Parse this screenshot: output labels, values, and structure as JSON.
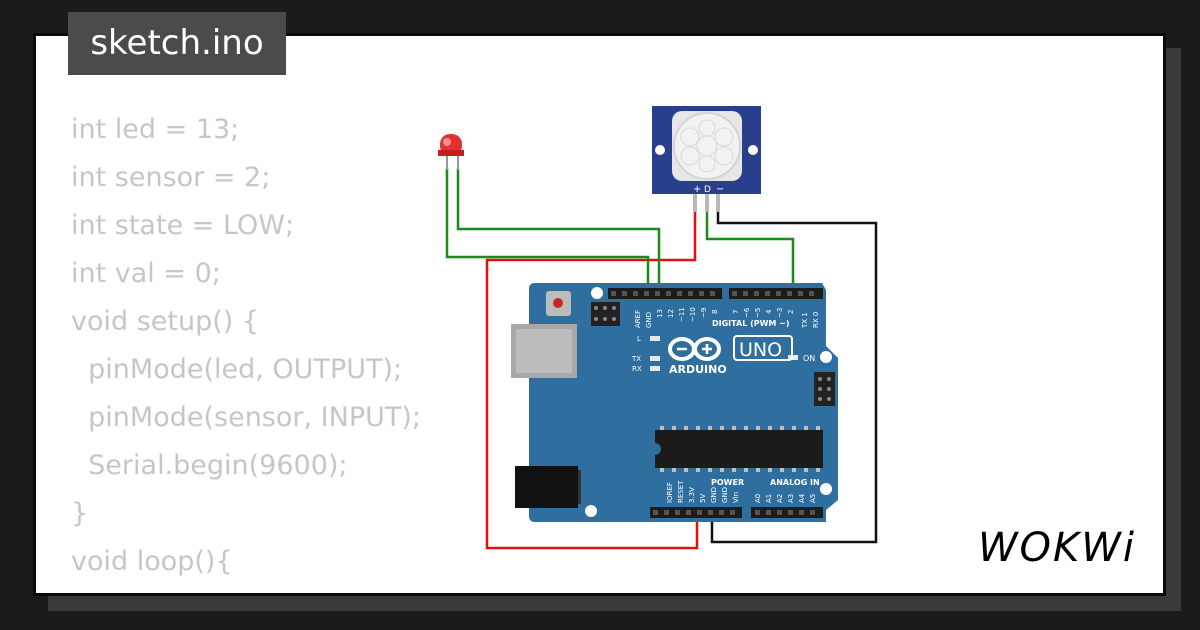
{
  "title": "sketch.ino",
  "code_lines": [
    "int led = 13;",
    "int sensor = 2;",
    "int state = LOW;",
    "int val = 0;",
    "void setup() {",
    "  pinMode(led, OUTPUT);",
    "  pinMode(sensor, INPUT);",
    "  Serial.begin(9600);",
    "}",
    "void loop(){"
  ],
  "board": {
    "brand": "ARDUINO",
    "model": "UNO",
    "on_label": "ON",
    "l_label": "L",
    "tx_label": "TX",
    "rx_label": "RX",
    "digital_label": "DIGITAL (PWM ~)",
    "power_label": "POWER",
    "analog_label": "ANALOG IN",
    "top_pins": [
      "AREF",
      "GND",
      "13",
      "12",
      "~11",
      "~10",
      "~9",
      "8",
      "7",
      "~6",
      "~5",
      "4",
      "~3",
      "2",
      "TX 1",
      "RX 0"
    ],
    "power_pins": [
      "IOREF",
      "RESET",
      "3.3V",
      "5V",
      "GND",
      "GND",
      "Vin"
    ],
    "analog_pins": [
      "A0",
      "A1",
      "A2",
      "A3",
      "A4",
      "A5"
    ]
  },
  "pir": {
    "pins": [
      "+",
      "D",
      "−"
    ]
  },
  "logo": "WOKWi",
  "colors": {
    "background": "#1b1b1b",
    "card": "#ffffff",
    "tab": "#4b4b4b",
    "code": "#c6c6c6",
    "board": "#2f6f9f",
    "wire_green": "#1a8a1a",
    "wire_red": "#e01010",
    "wire_black": "#111111"
  }
}
